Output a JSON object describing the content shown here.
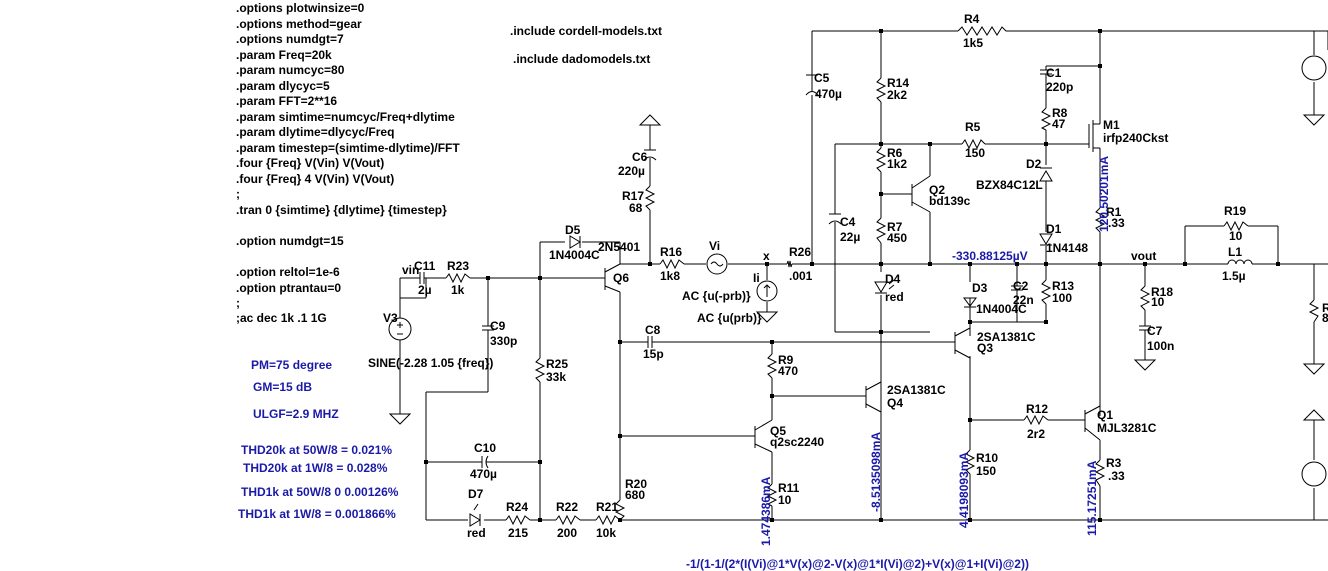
{
  "directives": [
    ".options plotwinsize=0",
    ".options method=gear",
    ".options numdgt=7",
    ".param Freq=20k",
    ".param numcyc=80",
    ".param dlycyc=5",
    ".param FFT=2**16",
    ".param simtime=numcyc/Freq+dlytime",
    ".param dlytime=dlycyc/Freq",
    ".param timestep=(simtime-dlytime)/FFT",
    ".four {Freq} V(Vin) V(Vout)",
    ".four {Freq} 4 V(Vin) V(Vout)",
    ";",
    ".tran 0 {simtime} {dlytime} {timestep}",
    "",
    ".option numdgt=15",
    "",
    ".option reltol=1e-6",
    ".option ptrantau=0",
    ";",
    ";ac dec 1k .1 1G"
  ],
  "includes": [
    ".include cordell-models.txt",
    ".include dadomodels.txt"
  ],
  "notes": {
    "pm": "PM=75 degree",
    "gm": "GM=15 dB",
    "ulgf": "ULGF=2.9 MHZ",
    "thd1": "THD20k at 50W/8 = 0.021%",
    "thd2": "THD20k at 1W/8 = 0.028%",
    "thd3": "THD1k at 50W/8 0 0.00126%",
    "thd4": "THD1k at 1W/8 = 0.001866%"
  },
  "expression": "-1/(1-1/(2*(I(Vi)@1*V(x)@2-V(x)@1*I(Vi)@2)+V(x)@1+I(Vi)@2))",
  "labels": {
    "R4": "R4",
    "R4v": "1k5",
    "C5": "C5",
    "C5v": "470µ",
    "R14": "R14",
    "R14v": "2k2",
    "C1": "C1",
    "C1v": "220p",
    "R8": "R8",
    "R8v": "47",
    "M1": "M1",
    "M1v": "irfp240Ckst",
    "R5": "R5",
    "R5v": "150",
    "R6": "R6",
    "R6v": "1k2",
    "D2": "D2",
    "D2v": "BZX84C12L",
    "Q2": "Q2",
    "Q2v": "bd139c",
    "C6": "C6",
    "C6v": "220µ",
    "R17": "R17",
    "R17v": "68",
    "C4": "C4",
    "C4v": "22µ",
    "R7": "R7",
    "R7v": "450",
    "D1": "D1",
    "D1v": "1N4148",
    "R1": "R1",
    "R1v": ".33",
    "R19": "R19",
    "R19v": "10",
    "D5": "D5",
    "D5v": "1N4004C",
    "Q6v": "2N5401",
    "Q6": "Q6",
    "R16": "R16",
    "R16v": "1k8",
    "Vi": "Vi",
    "R26": "R26",
    "R26v": ".001",
    "vout": "vout",
    "L1": "L1",
    "L1v": "1.5µ",
    "vin": "vin",
    "C11": "C11",
    "C11v": "2µ",
    "R23": "R23",
    "R23v": "1k",
    "x": "x",
    "Ii": "Ii",
    "D4": "D4",
    "D4v": "red",
    "C2": "C2",
    "C2v": "22n",
    "R13": "R13",
    "R13v": "100",
    "R18": "R18",
    "R18v": "10",
    "AC1": "AC {u(-prb)}",
    "AC2": "AC {u(prb)}",
    "D3": "D3",
    "D3v": "1N4004C",
    "V3": "V3",
    "C9": "C9",
    "C9v": "330p",
    "C7": "C7",
    "C7v": "100n",
    "C8": "C8",
    "C8v": "15p",
    "Q3v": "2SA1381C",
    "Q3": "Q3",
    "R25": "R25",
    "R25v": "33k",
    "SINE": "SINE(-2.28 1.05 {freq})",
    "R9": "R9",
    "R9v": "470",
    "Q4v": "2SA1381C",
    "Q4": "Q4",
    "R12": "R12",
    "R12v": "2r2",
    "Q1": "Q1",
    "Q1v": "MJL3281C",
    "C10": "C10",
    "C10v": "470µ",
    "Q5": "Q5",
    "Q5v": "q2sc2240",
    "R10": "R10",
    "R10v": "150",
    "R3": "R3",
    "R3v": ".33",
    "R11": "R11",
    "R11v": "10",
    "R20": "R20",
    "R20v": "680",
    "D7": "D7",
    "D7v": "red",
    "R24": "R24",
    "R24v": "215",
    "R22": "R22",
    "R22v": "200",
    "R21": "R21",
    "R21v": "10k",
    "R_edge": "R",
    "R_edge_v": "8"
  },
  "probes": {
    "voltage": "-330.88125µV",
    "i_m1": "120.50201mA",
    "i_q5": "1.474386mA",
    "i_q4": "-8.5135098mA",
    "i_r10": "4.4198093mA",
    "i_q1": "115.17251mA"
  },
  "colors": {
    "wire": "#000000",
    "annotation": "#1a1aa8",
    "background": "#ffffff"
  }
}
